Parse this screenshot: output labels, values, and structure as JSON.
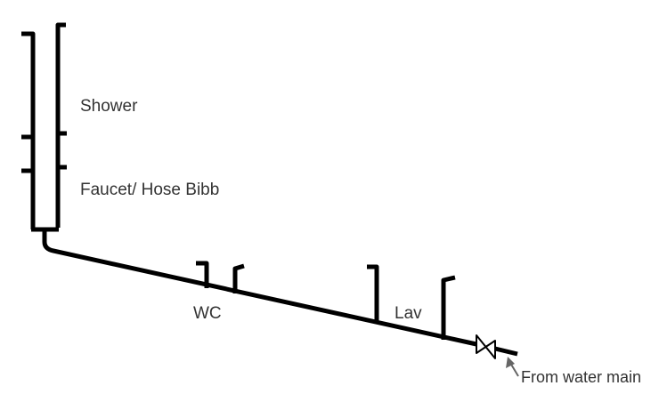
{
  "labels": {
    "shower": "Shower",
    "faucet": "Faucet/ Hose Bibb",
    "wc": "WC",
    "lav": "Lav",
    "water_main": "From water main"
  },
  "colors": {
    "pipe": "#000000",
    "text": "#333333",
    "arrow": "#666666"
  }
}
